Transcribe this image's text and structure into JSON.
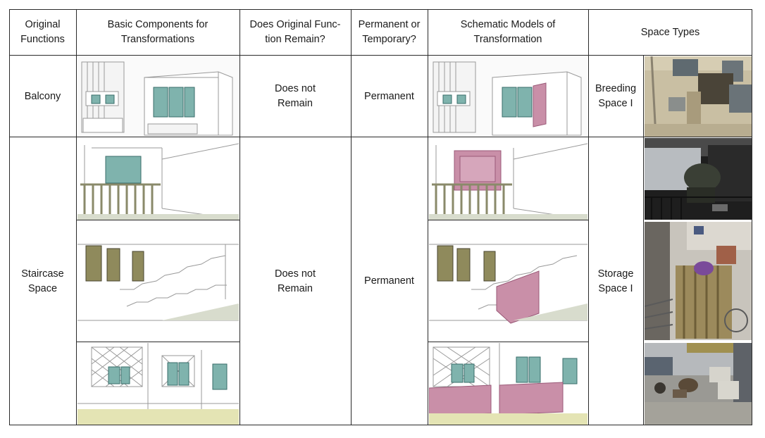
{
  "headers": {
    "original_functions": "Original Functions",
    "basic_components": "Basic Components for Transformations",
    "does_function_remain": "Does Original Func-tion Remain?",
    "permanent_or_temporary": "Permanent or Temporary?",
    "schematic_models": "Schematic Models of Transformation",
    "space_types": "Space Types"
  },
  "rows": [
    {
      "original_function": "Balcony",
      "function_remains": "Does not Remain",
      "permanence": "Permanent",
      "space_type": "Breeding Space I"
    },
    {
      "original_function": "Staircase Space",
      "function_remains": "Does not Remain",
      "permanence": "Permanent",
      "space_type": "Storage Space I"
    }
  ],
  "colors": {
    "window_teal": "#7fb3ad",
    "transform_pink": "#c98fa8",
    "door_olive": "#8f8a5c",
    "floor_yellow": "#e4e4b4",
    "grid_line": "#2a2a2a"
  }
}
